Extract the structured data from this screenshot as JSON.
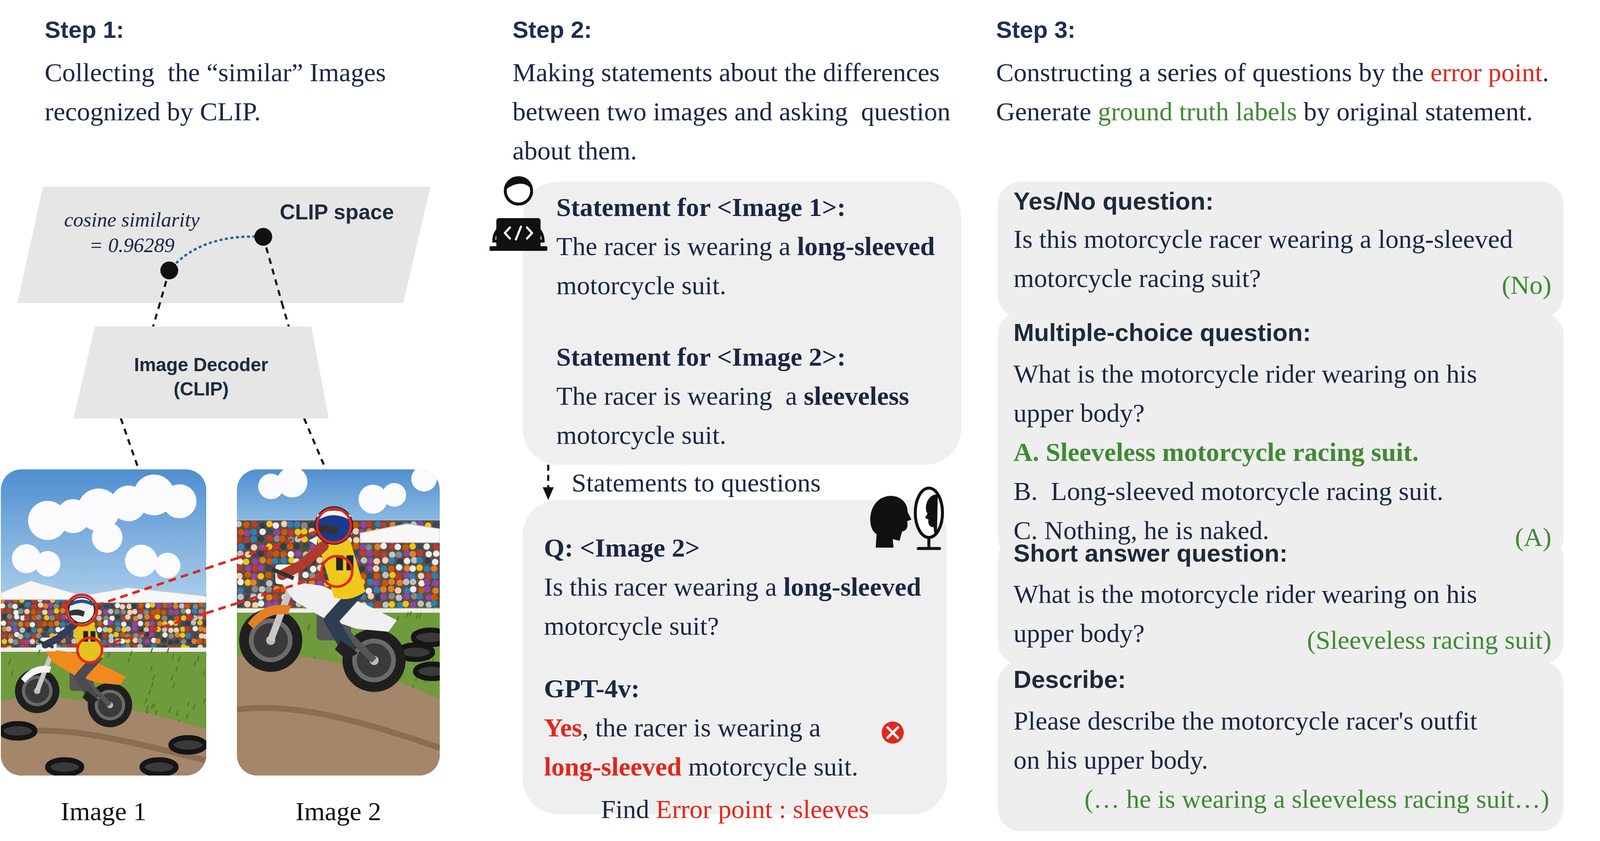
{
  "diagram": {
    "nodes": [
      {
        "text": [
          "cosine similarity = 0.96289",
          "CLIP space"
        ]
      },
      {
        "text": [
          "Image Decoder (CLIP)"
        ]
      },
      {
        "text": [
          "Image 1"
        ]
      },
      {
        "text": [
          "Image 2"
        ]
      },
      {
        "text": [
          "Statement for <Image 1>:",
          "The racer is wearing a",
          "long-sleeved",
          "motorcycle suit.",
          "Statement for <Image 2>:",
          "The racer is wearing  a",
          "sleeveless",
          "motorcycle suit."
        ]
      },
      {
        "text": [
          "Q: <Image 2>",
          "Is this racer wearing a",
          "long-sleeved",
          "motorcycle suit?",
          "GPT-4v:",
          "Yes",
          ", the racer is wearing a",
          "long-sleeved",
          "motorcycle suit."
        ]
      },
      {
        "text": [
          "Yes/No question:",
          "Is this motorcycle racer wearing a long-sleeved motorcycle racing suit?",
          "(No)"
        ]
      },
      {
        "text": [
          "Multiple-choice question:",
          "What is the motorcycle rider wearing on his upper body?",
          "A. Sleeveless motorcycle racing suit.",
          "B.  Long-sleeved motorcycle racing suit.",
          "C. Nothing, he is naked.",
          "(A)"
        ]
      },
      {
        "text": [
          "Short answer question:",
          "What is the motorcycle rider wearing on his upper body?",
          "(Sleeveless racing suit)"
        ]
      },
      {
        "text": [
          "Describe:",
          "Please describe the motorcycle racer's outfit on his upper body.",
          "(… he is wearing a sleeveless racing suit…)"
        ]
      }
    ],
    "edges": [
      {
        "from": 0,
        "to": 1,
        "arrow": "none"
      },
      {
        "from": 0,
        "to": 1,
        "arrow": "none"
      },
      {
        "from": 1,
        "to": 2,
        "arrow": "none"
      },
      {
        "from": 1,
        "to": 3,
        "arrow": "none"
      },
      {
        "from": 2,
        "to": 3,
        "arrow": "none"
      },
      {
        "from": 2,
        "to": 3,
        "arrow": "none"
      },
      {
        "from": 4,
        "to": 5,
        "label": "Statements to questions",
        "arrow": "to"
      }
    ],
    "labels": [
      "Step 1:",
      "Collecting  the “similar” Images recognized by CLIP.",
      "Step 2:",
      "Making statements about the differences between two images and asking  question about them.",
      "Step 3:",
      "Constructing a series of questions by the",
      "error point",
      ".",
      "Generate",
      "ground truth labels",
      "by original statement.",
      "Find",
      "Error point : sleeves"
    ]
  }
}
